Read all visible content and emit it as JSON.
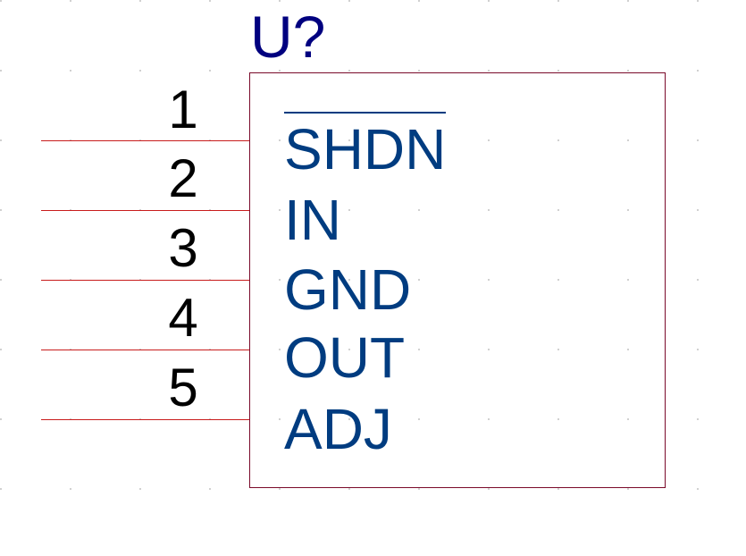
{
  "symbol": {
    "designator": "U?",
    "pins": [
      {
        "number": "1",
        "name": "SHDN",
        "active_low": true
      },
      {
        "number": "2",
        "name": "IN",
        "active_low": false
      },
      {
        "number": "3",
        "name": "GND",
        "active_low": false
      },
      {
        "number": "4",
        "name": "OUT",
        "active_low": false
      },
      {
        "number": "5",
        "name": "ADJ",
        "active_low": false
      }
    ]
  },
  "colors": {
    "designator": "#00007f",
    "pin_name": "#003c80",
    "pin_number": "#000000",
    "pin_line": "#c81c1c",
    "body_outline": "#7a0a2a",
    "grid_dot": "#c8c8c8"
  }
}
